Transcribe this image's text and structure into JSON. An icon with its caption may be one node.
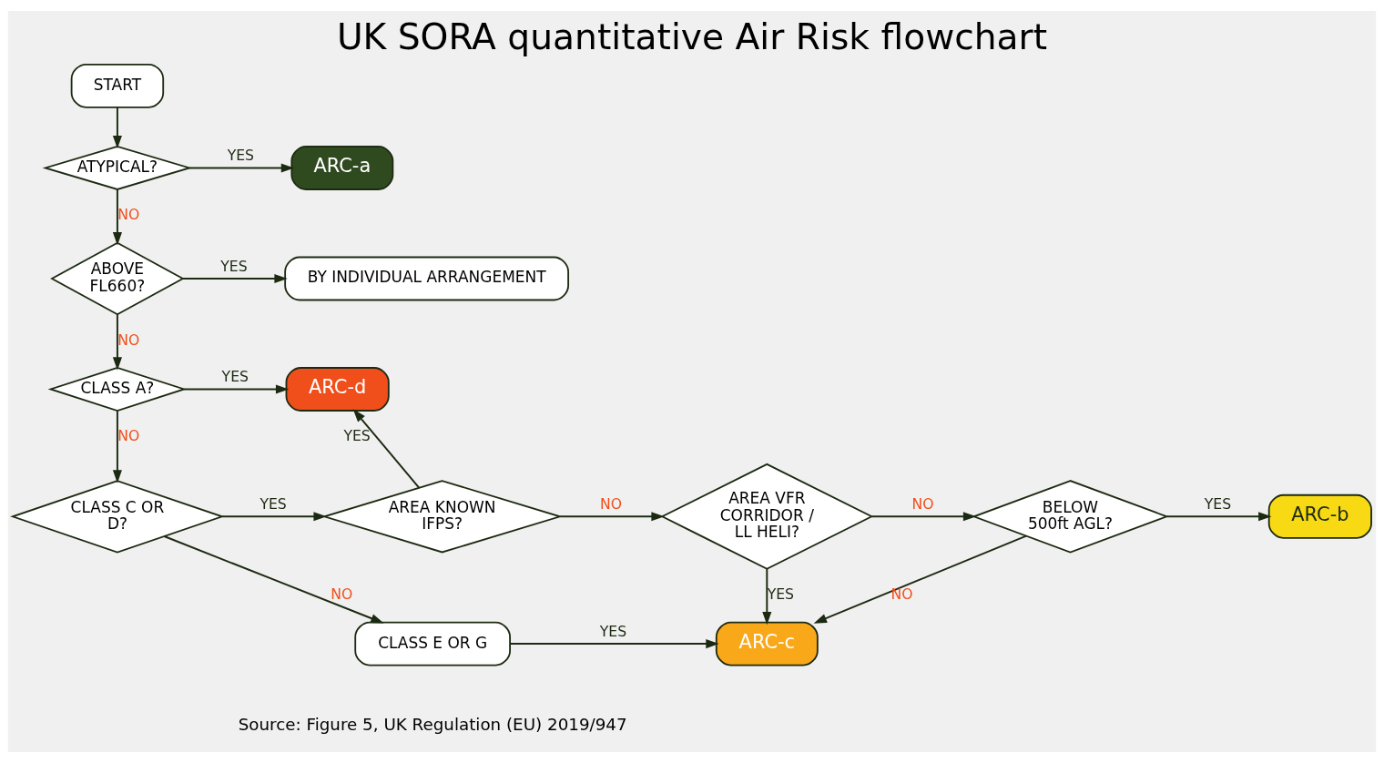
{
  "diagram": {
    "title": "UK SORA quantitative Air Risk flowchart",
    "caption": "Source: Figure 5, UK Regulation (EU) 2019/947",
    "nodes": [
      {
        "text": [
          "START"
        ]
      },
      {
        "text": [
          "ATYPICAL?"
        ]
      },
      {
        "text": [
          "ARC-a"
        ]
      },
      {
        "text": [
          "ABOVE FL660?"
        ]
      },
      {
        "text": [
          "BY INDIVIDUAL ARRANGEMENT"
        ]
      },
      {
        "text": [
          "CLASS A?"
        ]
      },
      {
        "text": [
          "ARC-d"
        ]
      },
      {
        "text": [
          "CLASS C OR D?"
        ]
      },
      {
        "text": [
          "AREA KNOWN IFPS?"
        ]
      },
      {
        "text": [
          "AREA VFR CORRIDOR / LL HELI?"
        ]
      },
      {
        "text": [
          "BELOW 500ft AGL?"
        ]
      },
      {
        "text": [
          "ARC-b"
        ]
      },
      {
        "text": [
          "CLASS E OR G"
        ]
      },
      {
        "text": [
          "ARC-c"
        ]
      }
    ],
    "edges": [
      {
        "from": 0,
        "to": 1,
        "arrow": "to"
      },
      {
        "from": 1,
        "to": 2,
        "arrow": "to",
        "label": "YES"
      },
      {
        "from": 1,
        "to": 3,
        "arrow": "to",
        "label": "NO"
      },
      {
        "from": 3,
        "to": 4,
        "arrow": "to",
        "label": "YES"
      },
      {
        "from": 3,
        "to": 5,
        "arrow": "to",
        "label": "NO"
      },
      {
        "from": 5,
        "to": 6,
        "arrow": "to",
        "label": "YES"
      },
      {
        "from": 5,
        "to": 7,
        "arrow": "to",
        "label": "NO"
      },
      {
        "from": 7,
        "to": 8,
        "arrow": "to",
        "label": "YES"
      },
      {
        "from": 7,
        "to": 12,
        "arrow": "to",
        "label": "NO"
      },
      {
        "from": 8,
        "to": 6,
        "arrow": "to",
        "label": "YES"
      },
      {
        "from": 8,
        "to": 9,
        "arrow": "to",
        "label": "NO"
      },
      {
        "from": 9,
        "to": 10,
        "arrow": "to",
        "label": "NO"
      },
      {
        "from": 9,
        "to": 13,
        "arrow": "to",
        "label": "YES"
      },
      {
        "from": 10,
        "to": 11,
        "arrow": "to",
        "label": "YES"
      },
      {
        "from": 10,
        "to": 13,
        "arrow": "to",
        "label": "NO"
      },
      {
        "from": 12,
        "to": 13,
        "arrow": "to",
        "label": "YES"
      }
    ]
  }
}
